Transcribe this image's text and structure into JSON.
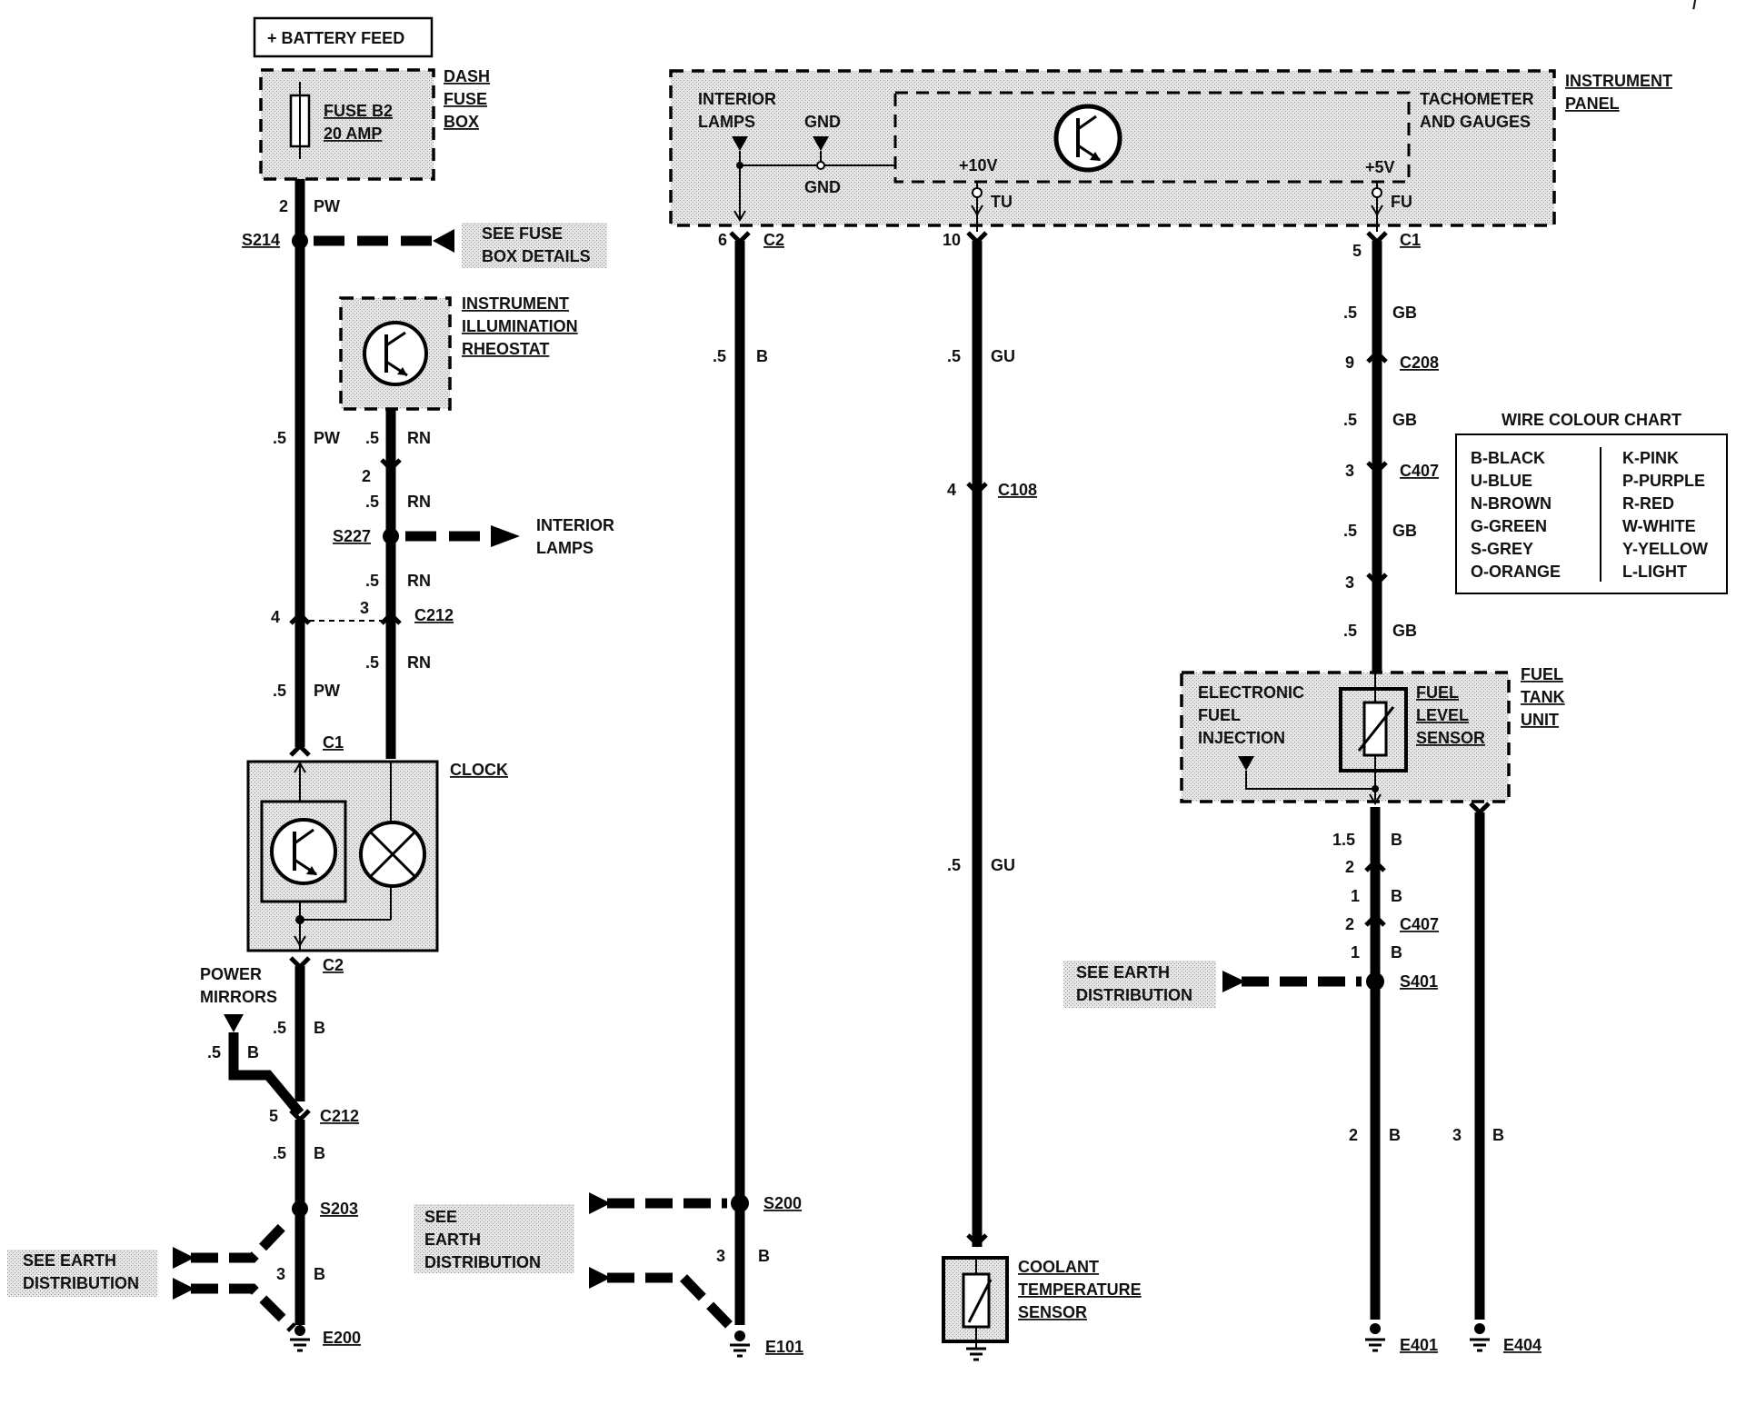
{
  "corner_mark": "/",
  "battery_feed": "+ BATTERY FEED",
  "dash_fuse_box": {
    "name_lines": [
      "DASH",
      "FUSE",
      "BOX"
    ],
    "fuse_lines": [
      "FUSE B2",
      "20 AMP"
    ]
  },
  "left_column": {
    "wire_pw_1": {
      "pin": "2",
      "color": "PW"
    },
    "s214": "S214",
    "see_fuse_box": [
      "SEE FUSE",
      "BOX DETAILS"
    ],
    "rheostat_lines": [
      "INSTRUMENT",
      "ILLUMINATION",
      "RHEOSTAT"
    ],
    "wire_pw_2": {
      "size": ".5",
      "color": "PW"
    },
    "wire_rn_1": {
      "size": ".5",
      "color": "RN"
    },
    "pin_2": "2",
    "wire_rn_2": {
      "size": ".5",
      "color": "RN"
    },
    "s227": "S227",
    "interior_lamps": [
      "INTERIOR",
      "LAMPS"
    ],
    "wire_rn_3": {
      "size": ".5",
      "color": "RN"
    },
    "c212_pins": [
      "4",
      "3"
    ],
    "c212": "C212",
    "wire_rn_4": {
      "size": ".5",
      "color": "RN"
    },
    "wire_pw_3": {
      "size": ".5",
      "color": "PW"
    },
    "clock_c1": "C1",
    "clock": "CLOCK",
    "clock_c2": "C2",
    "power_mirrors": [
      "POWER",
      "MIRRORS"
    ],
    "wire_b_1": {
      "size": ".5",
      "color": "B"
    },
    "wire_b_2": {
      "size": ".5",
      "color": "B"
    },
    "c212b_pin": "5",
    "c212b": "C212",
    "wire_b_3": {
      "size": ".5",
      "color": "B"
    },
    "s203": "S203",
    "see_earth": [
      "SEE EARTH",
      "DISTRIBUTION"
    ],
    "wire_b_4": {
      "pin": "3",
      "color": "B"
    },
    "e200": "E200"
  },
  "instrument_panel": {
    "name_lines": [
      "INSTRUMENT",
      "PANEL"
    ],
    "interior_lamps": [
      "INTERIOR",
      "LAMPS"
    ],
    "gnd_top": "GND",
    "gnd_bottom": "GND",
    "tacho_lines": [
      "TACHOMETER",
      "AND GAUGES"
    ],
    "plus10": "+10V",
    "tu": "TU",
    "plus5": "+5V",
    "fu": "FU"
  },
  "mid_left": {
    "pin": "6",
    "conn": "C2",
    "wire": {
      "size": ".5",
      "color": "B"
    },
    "s200": "S200",
    "see_earth": [
      "SEE",
      "EARTH",
      "DISTRIBUTION"
    ],
    "wire_b": {
      "pin": "3",
      "color": "B"
    },
    "e101": "E101"
  },
  "mid": {
    "pin": "10",
    "wire_1": {
      "size": ".5",
      "color": "GU"
    },
    "c108_pin": "4",
    "c108": "C108",
    "wire_2": {
      "size": ".5",
      "color": "GU"
    },
    "coolant_lines": [
      "COOLANT",
      "TEMPERATURE",
      "SENSOR"
    ]
  },
  "right_column": {
    "pin": "5",
    "conn": "C1",
    "wire_1": {
      "size": ".5",
      "color": "GB"
    },
    "c208_pin": "9",
    "c208": "C208",
    "wire_2": {
      "size": ".5",
      "color": "GB"
    },
    "c407_pin": "3",
    "c407": "C407",
    "wire_3": {
      "size": ".5",
      "color": "GB"
    },
    "pin_3": "3",
    "wire_4": {
      "size": ".5",
      "color": "GB"
    },
    "fuel_tank_lines": [
      "FUEL",
      "TANK",
      "UNIT"
    ],
    "efi_lines": [
      "ELECTRONIC",
      "FUEL",
      "INJECTION"
    ],
    "fuel_level_lines": [
      "FUEL",
      "LEVEL",
      "SENSOR"
    ],
    "wire_b_1": {
      "size": "1.5",
      "color": "B"
    },
    "pin_2a": "2",
    "wire_b_2": {
      "size": "1",
      "color": "B"
    },
    "c407b_pin": "2",
    "c407b": "C407",
    "wire_b_3": {
      "size": "1",
      "color": "B"
    },
    "s401": "S401",
    "see_earth": [
      "SEE EARTH",
      "DISTRIBUTION"
    ],
    "wire_b_4": {
      "pin": "2",
      "color": "B"
    },
    "wire_b_5": {
      "pin": "3",
      "color": "B"
    },
    "e401": "E401",
    "e404": "E404"
  },
  "wire_colour_chart": {
    "title": "WIRE COLOUR CHART",
    "left": [
      "B-BLACK",
      "U-BLUE",
      "N-BROWN",
      "G-GREEN",
      "S-GREY",
      "O-ORANGE"
    ],
    "right": [
      "K-PINK",
      "P-PURPLE",
      "R-RED",
      "W-WHITE",
      "Y-YELLOW",
      "L-LIGHT"
    ]
  }
}
